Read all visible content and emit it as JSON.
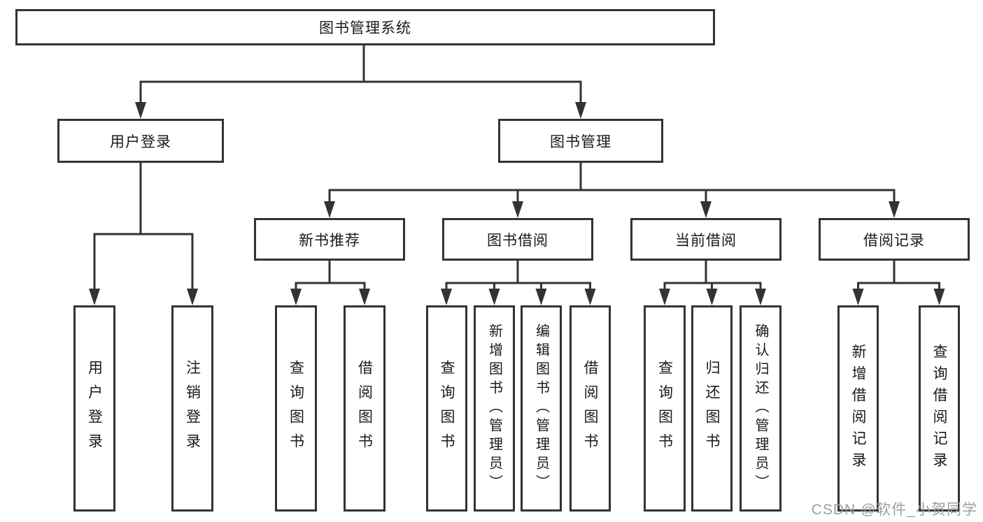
{
  "diagram": {
    "type": "hierarchy-tree",
    "direction": "top-down",
    "line_color": "#333333",
    "box_border_color": "#333333",
    "box_fill_color": "#ffffff",
    "text_color": "#1a1a1a"
  },
  "tree": {
    "root": {
      "label": "图书管理系统",
      "children": [
        {
          "label": "用户登录",
          "children": [
            {
              "label": "用户登录"
            },
            {
              "label": "注销登录"
            }
          ]
        },
        {
          "label": "图书管理",
          "children": [
            {
              "label": "新书推荐",
              "children": [
                {
                  "label": "查询图书"
                },
                {
                  "label": "借阅图书"
                }
              ]
            },
            {
              "label": "图书借阅",
              "children": [
                {
                  "label": "查询图书"
                },
                {
                  "label": "新增图书（管理员）"
                },
                {
                  "label": "编辑图书（管理员）"
                },
                {
                  "label": "借阅图书"
                }
              ]
            },
            {
              "label": "当前借阅",
              "children": [
                {
                  "label": "查询图书"
                },
                {
                  "label": "归还图书"
                },
                {
                  "label": "确认归还（管理员）"
                }
              ]
            },
            {
              "label": "借阅记录",
              "children": [
                {
                  "label": "新增借阅记录"
                },
                {
                  "label": "查询借阅记录"
                }
              ]
            }
          ]
        }
      ]
    }
  },
  "watermark": {
    "text": "CSDN @软件_小贺同学",
    "color": "#9e9e9e"
  }
}
